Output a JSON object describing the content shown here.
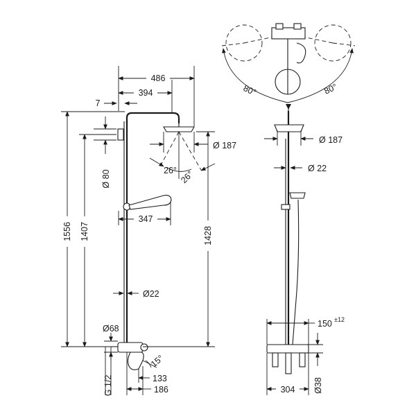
{
  "labels": {
    "w486": "486",
    "w394": "394",
    "d7": "7",
    "d80": "Ø 80",
    "h1556": "1556",
    "h1407": "1407",
    "h1428": "1428",
    "d187_left": "Ø 187",
    "a26_1": "26°",
    "a26_2": "26°",
    "w347": "347",
    "d22_left": "Ø22",
    "d68": "Ø68",
    "g12": "G 1/2",
    "a15": "15°",
    "w133": "133",
    "w186": "186",
    "a80_left": "80°",
    "a80_right": "80°",
    "d187_right": "Ø 187",
    "d22_right": "Ø 22",
    "w150": "150",
    "w150_tol": "±12",
    "d38": "Ø38",
    "w304": "304"
  }
}
